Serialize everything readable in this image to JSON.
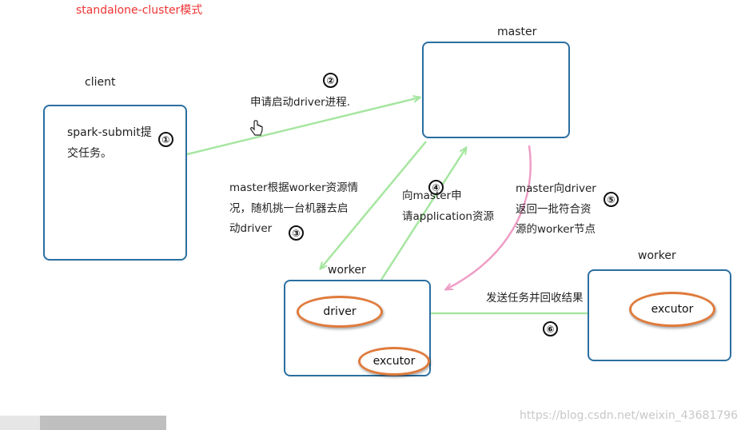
{
  "title": "standalone-cluster模式",
  "nodes": {
    "client": {
      "label": "client",
      "text_line1": "spark-submit提",
      "text_line2": "交任务。"
    },
    "master": {
      "label": "master"
    },
    "worker_left": {
      "label": "worker",
      "driver": "driver",
      "excutor": "excutor"
    },
    "worker_right": {
      "label": "worker",
      "excutor": "excutor"
    }
  },
  "steps": {
    "s1": "①",
    "s2": "②",
    "s3": "③",
    "s4": "④",
    "s5": "⑤",
    "s6": "⑥"
  },
  "annotations": {
    "apply_driver": "申请启动driver进程.",
    "random_pick_1": "master根据worker资源情",
    "random_pick_2": "况，随机挑一台机器去启",
    "random_pick_3": "动driver",
    "request_1": "向master申",
    "request_2": "请application资源",
    "return_1": "master向driver",
    "return_2": "返回一批符合资",
    "return_3": "源的worker节点",
    "send_tasks": "发送任务并回收结果"
  },
  "watermark": "https://blog.csdn.net/weixin_43681796",
  "colors": {
    "box_border": "#2a6fa0",
    "green_arrow": "#a6e6a0",
    "pink_arrow": "#ee9ec6",
    "oval_border": "#e07b3c",
    "title_red": "#e33333"
  },
  "icons": {
    "cursor": "hand-cursor-icon"
  }
}
